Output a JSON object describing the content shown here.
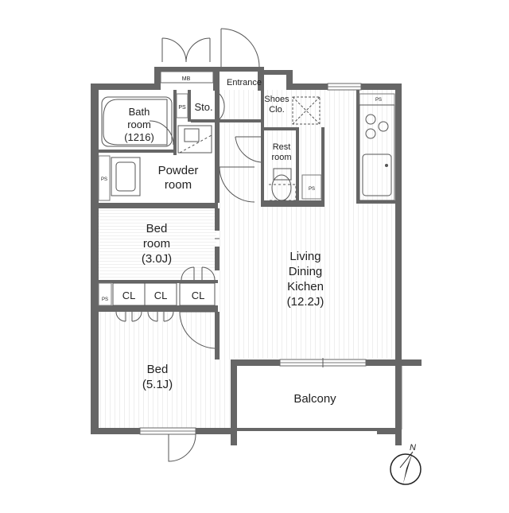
{
  "rooms": {
    "mb": "MB",
    "entrance": "Entrance",
    "bath_name": "Bath",
    "bath_room": "room",
    "bath_size": "(1216)",
    "ps": "PS",
    "storage": "Sto.",
    "shoes_1": "Shoes",
    "shoes_2": "Clo.",
    "rest_1": "Rest",
    "rest_2": "room",
    "powder_1": "Powder",
    "powder_2": "room",
    "bed1_1": "Bed",
    "bed1_2": "room",
    "bed1_3": "(3.0J)",
    "closet": "CL",
    "ldk_1": "Living",
    "ldk_2": "Dining",
    "ldk_3": "Kichen",
    "ldk_4": "(12.2J)",
    "bed2_1": "Bed",
    "bed2_2": "(5.1J)",
    "balcony": "Balcony",
    "north": "N"
  }
}
